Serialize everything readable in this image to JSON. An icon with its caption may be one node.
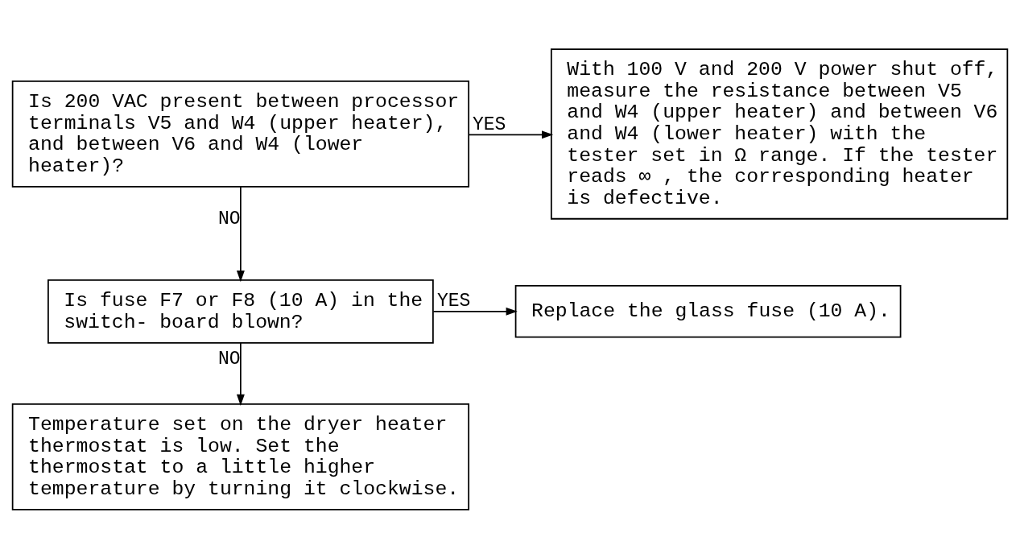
{
  "diagram": {
    "nodes": [
      {
        "text": [
          "Is 200 VAC present between processor terminals V5 and W4 (upper heater), and between V6 and W4 (lower heater)?"
        ]
      },
      {
        "text": [
          "With 100 V and 200 V power shut off, measure the resistance between V5 and W4 (upper heater) and between V6 and W4 (lower heater) with the tester set in Ω range. If the tester reads ∞ , the corresponding heater is defective."
        ]
      },
      {
        "text": [
          "Is fuse F7 or F8 (10 A) in the switch- board blown?"
        ]
      },
      {
        "text": [
          "Replace the glass fuse (10 A)."
        ]
      },
      {
        "text": [
          "Temperature set on the dryer heater thermostat is low. Set the thermostat to a little higher temperature by turning it clockwise."
        ]
      }
    ],
    "edges": [
      {
        "from": 0,
        "to": 1,
        "arrow": "to",
        "label": "YES"
      },
      {
        "from": 0,
        "to": 2,
        "arrow": "to",
        "label": "NO"
      },
      {
        "from": 2,
        "to": 3,
        "arrow": "to",
        "label": "YES"
      },
      {
        "from": 2,
        "to": 4,
        "arrow": "to",
        "label": "NO"
      }
    ]
  }
}
